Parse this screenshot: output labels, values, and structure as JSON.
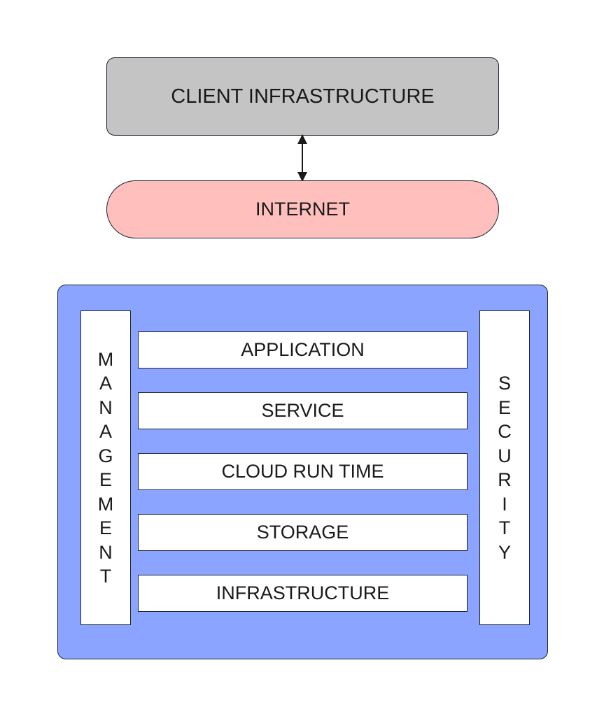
{
  "diagram": {
    "client_label": "CLIENT INFRASTRUCTURE",
    "internet_label": "INTERNET",
    "management_label": "MANAGEMENT",
    "security_label": "SECURITY",
    "layers": [
      {
        "label": "APPLICATION"
      },
      {
        "label": "SERVICE"
      },
      {
        "label": "CLOUD RUN TIME"
      },
      {
        "label": "STORAGE"
      },
      {
        "label": "INFRASTRUCTURE"
      }
    ],
    "colors": {
      "client_fill": "#c4c4c4",
      "internet_fill": "#ffc0bd",
      "cloud_fill": "#8aa4ff",
      "layer_fill": "#ffffff",
      "outline": "#1c2233"
    }
  }
}
